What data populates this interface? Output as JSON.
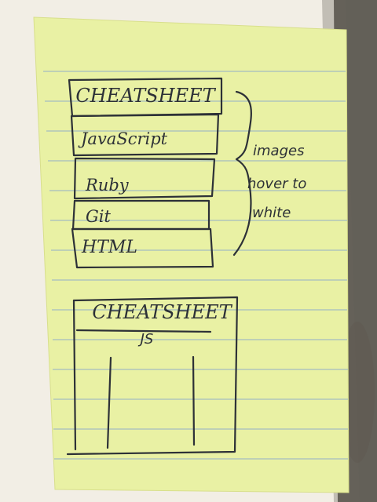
{
  "note": {
    "top_sketch": {
      "title": "CHEATSHEET",
      "items": [
        "JavaScript",
        "Ruby",
        "Git",
        "HTML"
      ],
      "annotation_lines": [
        "images",
        "hover to",
        "white"
      ]
    },
    "bottom_sketch": {
      "title": "CHEATSHEET",
      "subtitle": "JS"
    }
  },
  "colors": {
    "paper": "#e9f1a4",
    "paper_line": "#98b5c7",
    "ink": "#2d3137",
    "background": "#f6f1e6",
    "shadow": "#3d3a35"
  }
}
